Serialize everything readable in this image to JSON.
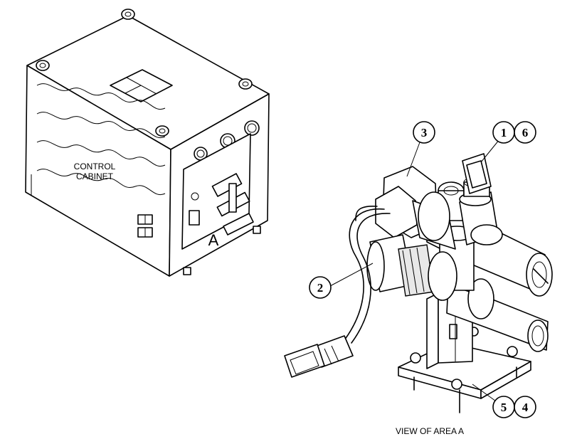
{
  "cabinet": {
    "label_line1": "CONTROL",
    "label_line2": "CABINET",
    "area_marker": "A"
  },
  "detail": {
    "caption": "VIEW OF AREA A"
  },
  "callouts": [
    {
      "id": "c3",
      "text": "3"
    },
    {
      "id": "c1",
      "text": "1"
    },
    {
      "id": "c6",
      "text": "6"
    },
    {
      "id": "c2",
      "text": "2"
    },
    {
      "id": "c5",
      "text": "5"
    },
    {
      "id": "c4",
      "text": "4"
    }
  ]
}
